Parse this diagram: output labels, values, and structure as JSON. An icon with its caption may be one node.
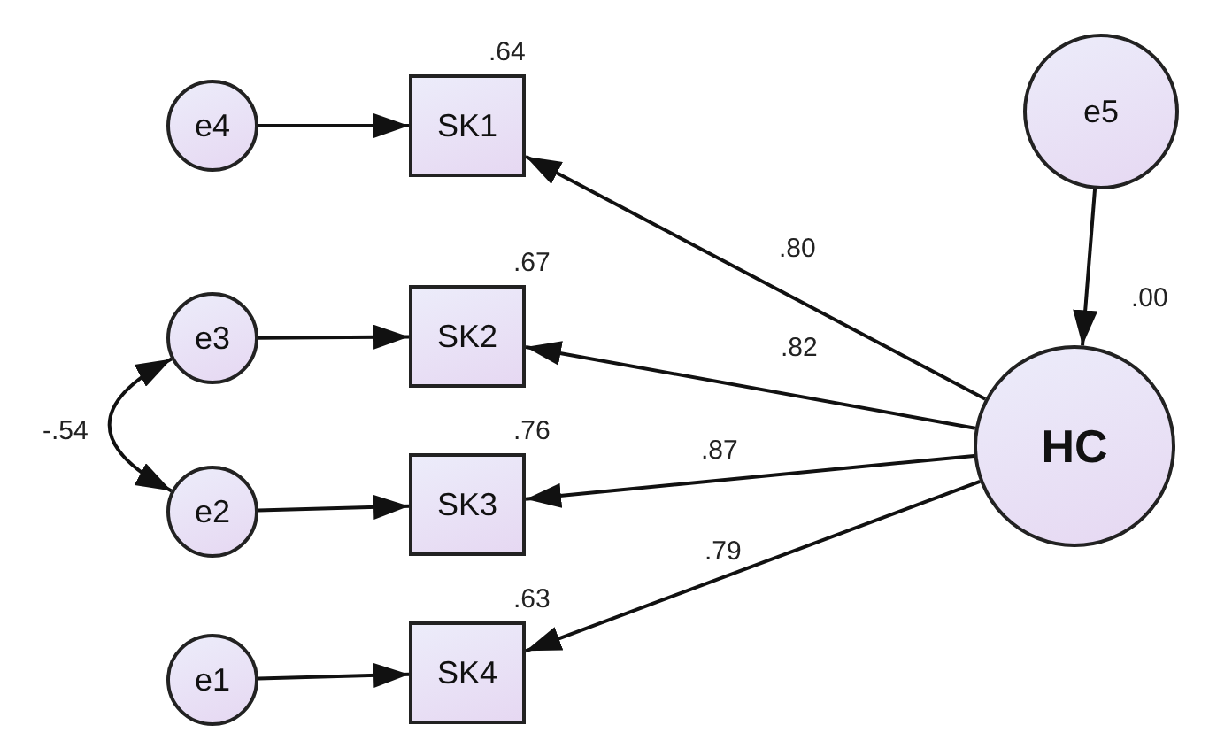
{
  "diagram": {
    "nodes": [
      {
        "text": [
          "e4"
        ]
      },
      {
        "text": [
          "SK1"
        ],
        "beside": [
          ".64"
        ]
      },
      {
        "text": [
          "e3"
        ]
      },
      {
        "text": [
          "SK2"
        ],
        "beside": [
          ".67"
        ]
      },
      {
        "text": [
          "e2"
        ]
      },
      {
        "text": [
          "SK3"
        ],
        "beside": [
          ".76"
        ]
      },
      {
        "text": [
          "e1"
        ]
      },
      {
        "text": [
          "SK4"
        ],
        "beside": [
          ".63"
        ]
      },
      {
        "text": [
          "e5"
        ]
      },
      {
        "text": [
          "HC"
        ],
        "beside": [
          ".00"
        ]
      }
    ],
    "edges": [
      {
        "from": 0,
        "to": 1,
        "arrow": "to"
      },
      {
        "from": 2,
        "to": 3,
        "arrow": "to"
      },
      {
        "from": 4,
        "to": 5,
        "arrow": "to"
      },
      {
        "from": 6,
        "to": 7,
        "arrow": "to"
      },
      {
        "from": 8,
        "to": 9,
        "arrow": "to"
      },
      {
        "from": 9,
        "to": 1,
        "arrow": "to",
        "label": ".80"
      },
      {
        "from": 9,
        "to": 3,
        "arrow": "to",
        "label": ".82"
      },
      {
        "from": 9,
        "to": 5,
        "arrow": "to",
        "label": ".87"
      },
      {
        "from": 9,
        "to": 7,
        "arrow": "to",
        "label": ".79"
      },
      {
        "from": 2,
        "to": 4,
        "arrow": "both",
        "label": "-.54"
      }
    ]
  }
}
